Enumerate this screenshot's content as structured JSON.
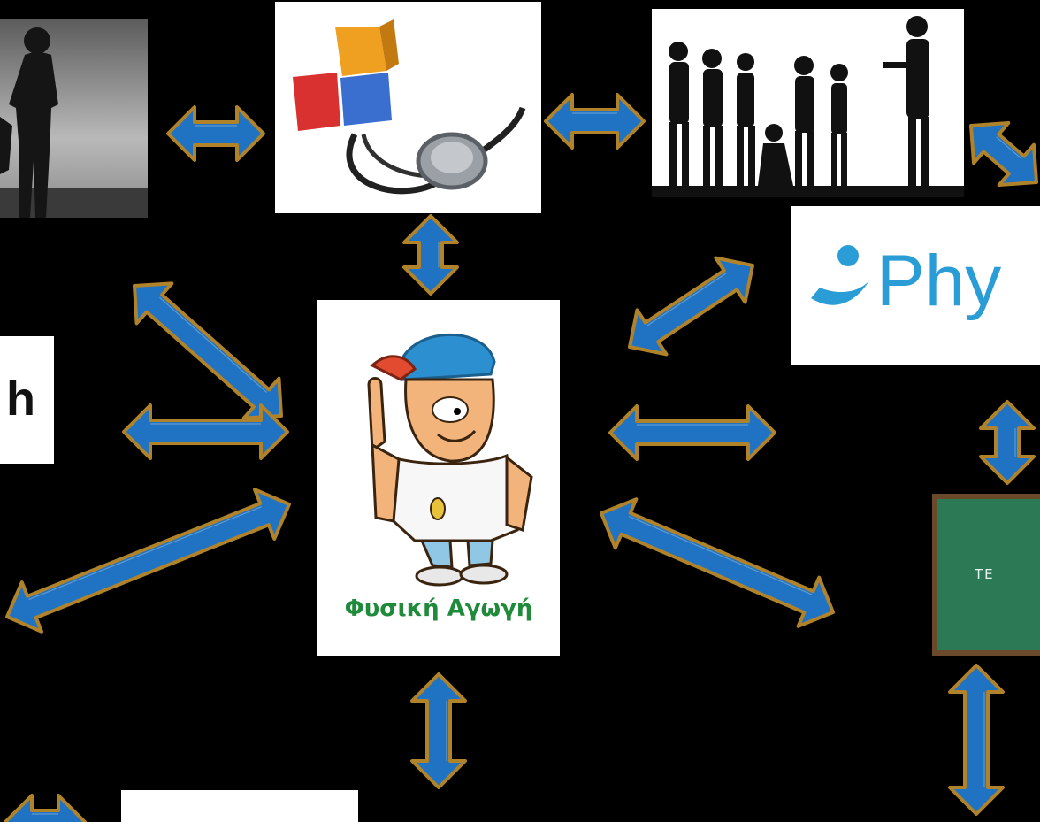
{
  "center_card": {
    "caption": "Φυσική Αγωγή",
    "image": "coach-cartoon"
  },
  "cards": {
    "woman": {
      "image": "woman-silhouette"
    },
    "medical": {
      "image": "abc-blocks-stethoscope"
    },
    "group": {
      "image": "youth-team-silhouettes"
    },
    "physio": {
      "text": "Phy",
      "image": "physio-logo"
    },
    "left_text": {
      "text": "h"
    },
    "board": {
      "text": "TE",
      "image": "chalkboard"
    },
    "bottom": {
      "image": "blank-card"
    }
  },
  "colors": {
    "background": "#000000",
    "arrow_fill": "#1f73c2",
    "arrow_border": "#b0822a",
    "caption": "#1e8a3a",
    "physio_text": "#2a9cd6",
    "chalkboard": "#2c7a55"
  }
}
